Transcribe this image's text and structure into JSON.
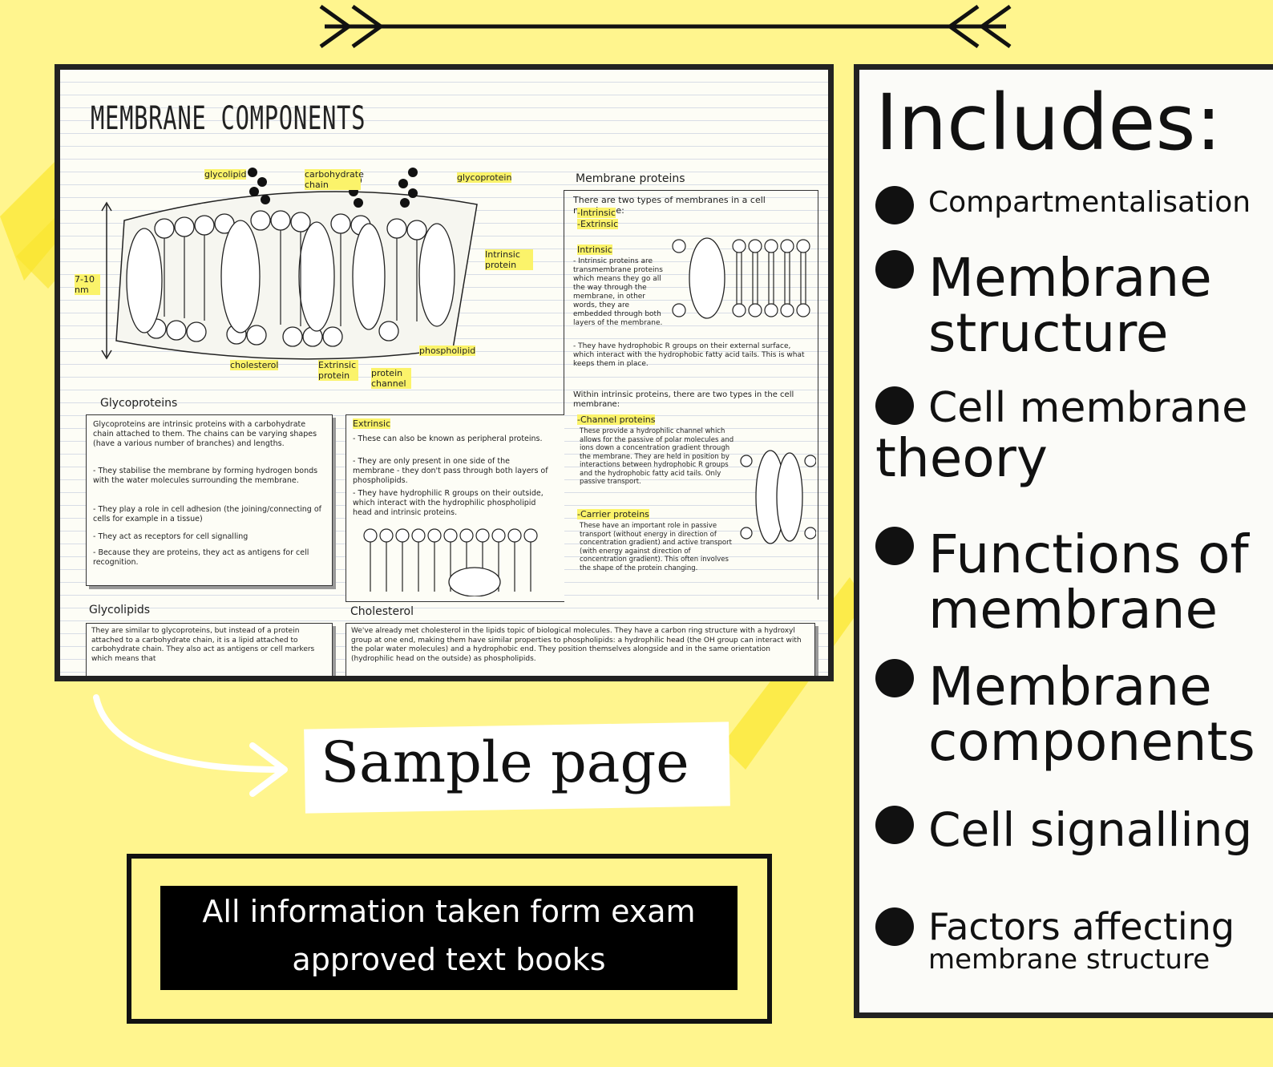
{
  "sample": {
    "title": "MEMBRANE COMPONENTS",
    "labels": {
      "glycolipid": "glycolipid",
      "carbohydrate_chain": "carbohydrate chain",
      "glycoprotein": "glycoprotein",
      "intrinsic_protein": "Intrinsic protein",
      "size": "7-10 nm",
      "cholesterol": "cholesterol",
      "extrinsic_protein": "Extrinsic protein",
      "protein_channel": "protein channel",
      "phospholipid": "phospholipid"
    },
    "membrane_proteins": {
      "heading": "Membrane proteins",
      "intro": "There are two types of membranes in a cell membrane:",
      "types": [
        "-Intrinsic",
        "-Extrinsic"
      ],
      "intrinsic_heading": "Intrinsic",
      "intrinsic_text": "- Intrinsic proteins are transmembrane proteins which means they go all the way through the membrane, in other words, they are embedded through both layers of the membrane.",
      "intrinsic_text2": "- They have hydrophobic R groups on their external surface, which interact with the hydrophobic fatty acid tails. This is what keeps them in place.",
      "within": "Within intrinsic proteins, there are two types in the cell membrane:",
      "channel_heading": "-Channel proteins",
      "channel_text": "These provide a hydrophilic channel which allows for the passive of polar molecules and ions down a concentration gradient through the membrane. They are held in position by interactions between hydrophobic R groups and the hydrophobic fatty acid tails. Only passive transport.",
      "carrier_heading": "-Carrier proteins",
      "carrier_text": "These have an important role in passive transport (without energy in direction of concentration gradient) and active transport (with energy against direction of concentration gradient). This often involves the shape of the protein changing."
    },
    "glycoproteins": {
      "heading": "Glycoproteins",
      "text1": "Glycoproteins are intrinsic proteins with a carbohydrate chain attached to them. The chains can be varying shapes (have a various number of branches) and lengths.",
      "text2": "- They stabilise the membrane by forming hydrogen bonds with the water molecules surrounding the membrane.",
      "text3": "- They play a role in cell adhesion (the joining/connecting of cells for example in a tissue)",
      "text4": "- They act as receptors for cell signalling",
      "text5": "- Because they are proteins, they act as antigens for cell recognition."
    },
    "extrinsic": {
      "heading": "Extrinsic",
      "text1": "- These can also be known as peripheral proteins.",
      "text2": "- They are only present in one side of the membrane - they don't pass through both layers of phospholipids.",
      "text3": "- They have hydrophilic R groups on their outside, which interact with the hydrophilic phospholipid head and intrinsic proteins."
    },
    "glycolipids": {
      "heading": "Glycolipids",
      "text": "They are similar to glycoproteins, but instead of a protein attached to a carbohydrate chain, it is a lipid attached to carbohydrate chain. They also act as antigens or cell markers which means that"
    },
    "cholesterol": {
      "heading": "Cholesterol",
      "text": "We've already met cholesterol in the lipids topic of biological molecules. They have a carbon ring structure with a hydroxyl group at one end, making them have similar properties to phospholipids: a hydrophilic head (the OH group can interact with the polar water molecules) and a hydrophobic end. They position themselves alongside and in the same orientation (hydrophilic head on the outside) as phospholipids."
    }
  },
  "caption": "Sample page",
  "includes": {
    "title": "Includes:",
    "items": [
      {
        "line1": "Compartmentalisation",
        "line2": ""
      },
      {
        "line1": "Membrane",
        "line2": "structure"
      },
      {
        "line1": "Cell membrane",
        "line2": "theory"
      },
      {
        "line1": "Functions of",
        "line2": "membrane"
      },
      {
        "line1": "Membrane",
        "line2": "components"
      },
      {
        "line1": "Cell signalling",
        "line2": ""
      },
      {
        "line1": "Factors affecting",
        "line2": "membrane structure"
      }
    ]
  },
  "info": {
    "line1": "All information taken form exam",
    "line2": "approved text books"
  },
  "colors": {
    "background": "#fff58e",
    "highlight": "#fbf36a",
    "frame": "#222222"
  }
}
